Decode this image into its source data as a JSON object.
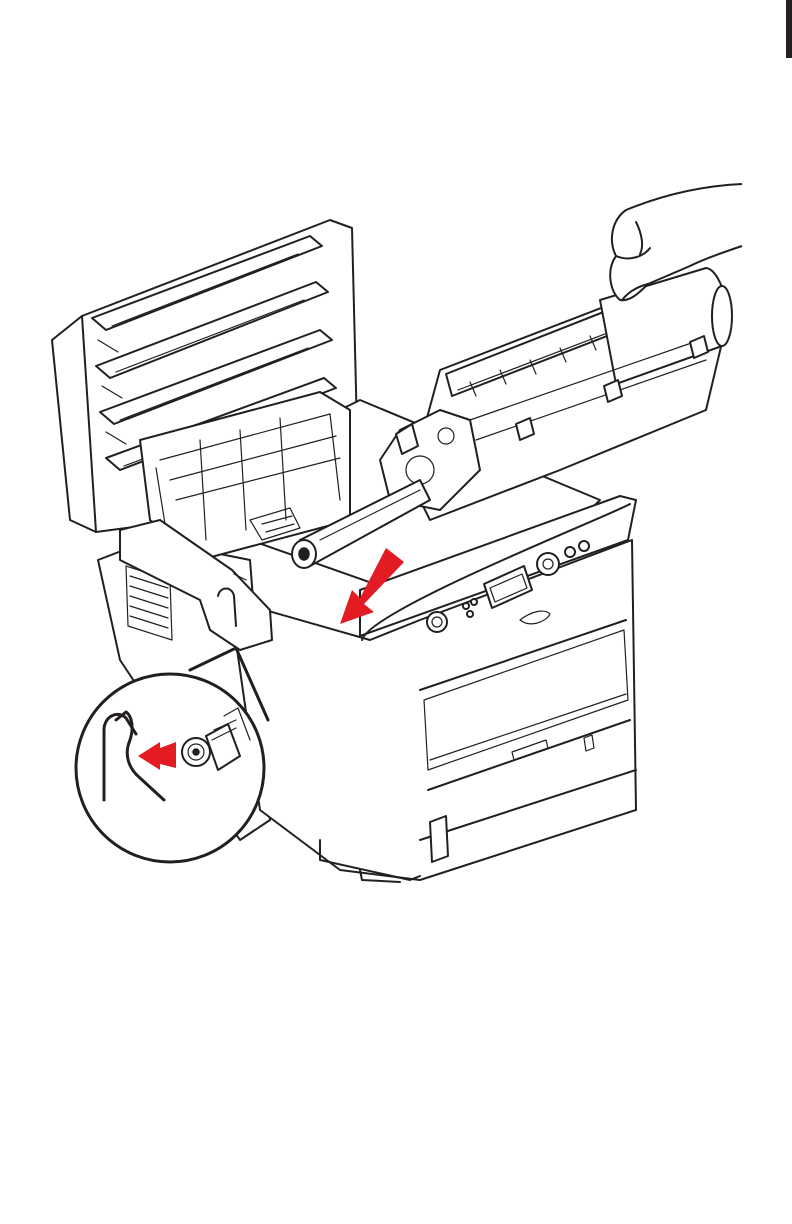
{
  "figure": {
    "kind": "instruction-illustration",
    "subject": "printer-image-drum-installation",
    "colors": {
      "line": "#231f20",
      "arrow": "#e31b23",
      "background": "#ffffff"
    },
    "arrows": [
      {
        "name": "insert-direction-arrow",
        "color": "#e31b23"
      },
      {
        "name": "detail-push-arrow",
        "color": "#e31b23"
      }
    ]
  }
}
